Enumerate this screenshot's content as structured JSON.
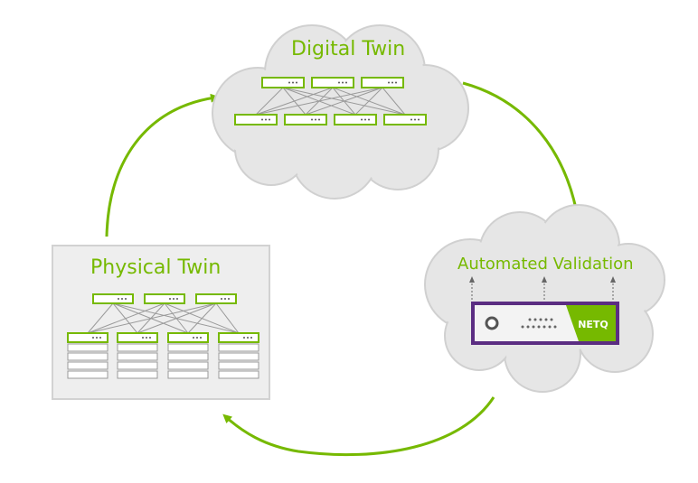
{
  "labels": {
    "digital_twin": "Digital Twin",
    "physical_twin": "Physical Twin",
    "automated_validation": "Automated Validation",
    "device_badge": "NETQ"
  },
  "colors": {
    "accent": "#76b900",
    "cloud_fill": "#e6e6e6",
    "cloud_stroke": "#d0d0d0",
    "panel_fill": "#eeeeee",
    "panel_stroke": "#d2d2d2",
    "device_border": "#5b2d82",
    "device_body": "#f3f3f3",
    "link_line": "#9a9a9a"
  },
  "icons": {
    "cycle_arrows": "curved-arrow-icon",
    "switch": "network-switch-icon",
    "server_rack": "server-rack-icon",
    "validation_device": "appliance-icon"
  }
}
